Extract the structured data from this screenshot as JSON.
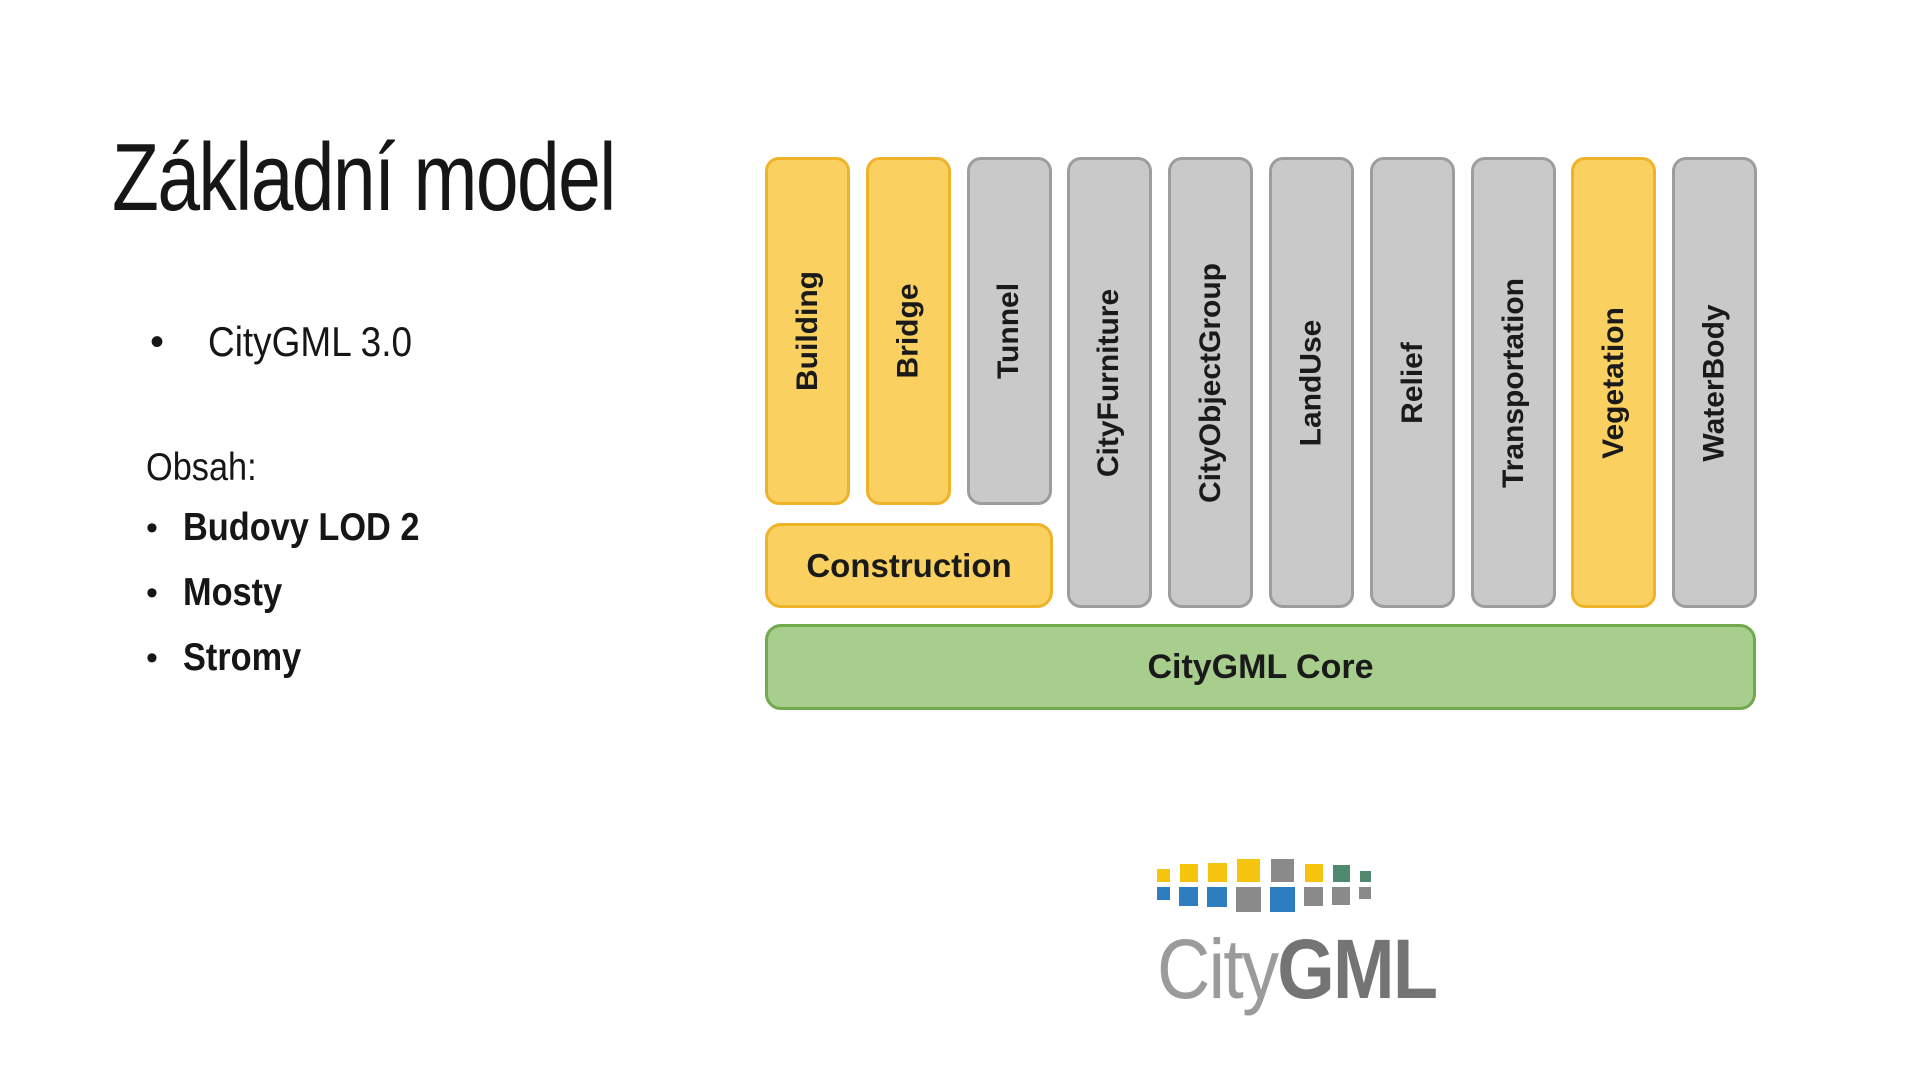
{
  "slide": {
    "title": "Základní model",
    "bullet_char": "•",
    "main_bullet": "CityGML 3.0",
    "contents_heading": "Obsah:",
    "contents_items": [
      "Budovy LOD 2",
      "Mosty",
      "Stromy"
    ]
  },
  "diagram": {
    "modules": [
      {
        "label": "Building",
        "color": "yellow",
        "size": "short"
      },
      {
        "label": "Bridge",
        "color": "yellow",
        "size": "short"
      },
      {
        "label": "Tunnel",
        "color": "gray",
        "size": "short"
      },
      {
        "label": "CityFurniture",
        "color": "gray",
        "size": "tall"
      },
      {
        "label": "CityObjectGroup",
        "color": "gray",
        "size": "tall"
      },
      {
        "label": "LandUse",
        "color": "gray",
        "size": "tall"
      },
      {
        "label": "Relief",
        "color": "gray",
        "size": "tall"
      },
      {
        "label": "Transportation",
        "color": "gray",
        "size": "tall"
      },
      {
        "label": "Vegetation",
        "color": "yellow",
        "size": "tall"
      },
      {
        "label": "WaterBody",
        "color": "gray",
        "size": "tall"
      }
    ],
    "construction_label": "Construction",
    "core_label": "CityGML Core",
    "colors": {
      "yellow_fill": "#FAD160",
      "yellow_border": "#EFB32A",
      "gray_fill": "#C9C9C9",
      "gray_border": "#9D9D9D",
      "green_fill": "#A7CE8D",
      "green_border": "#72A84E",
      "label_text": "#1A1A1A"
    }
  },
  "logo": {
    "text_light": "City",
    "text_bold": "GML",
    "text_light_color": "#9B9B9B",
    "text_bold_color": "#747474",
    "square_columns": [
      {
        "top_size": 13,
        "top_color": "#F6C40F",
        "bottom_size": 13,
        "bottom_color": "#2E7DBE"
      },
      {
        "top_size": 18,
        "top_color": "#F6C40F",
        "bottom_size": 19,
        "bottom_color": "#2E7DBE"
      },
      {
        "top_size": 19,
        "top_color": "#F6C40F",
        "bottom_size": 20,
        "bottom_color": "#2E7DBE"
      },
      {
        "top_size": 23,
        "top_color": "#F6C40F",
        "bottom_size": 25,
        "bottom_color": "#8A8A8A"
      },
      {
        "top_size": 23,
        "top_color": "#8A8A8A",
        "bottom_size": 25,
        "bottom_color": "#2E7DBE"
      },
      {
        "top_size": 18,
        "top_color": "#F6C40F",
        "bottom_size": 19,
        "bottom_color": "#8A8A8A"
      },
      {
        "top_size": 17,
        "top_color": "#4F8A70",
        "bottom_size": 18,
        "bottom_color": "#8A8A8A"
      },
      {
        "top_size": 11,
        "top_color": "#4F8A70",
        "bottom_size": 12,
        "bottom_color": "#8A8A8A"
      }
    ]
  }
}
